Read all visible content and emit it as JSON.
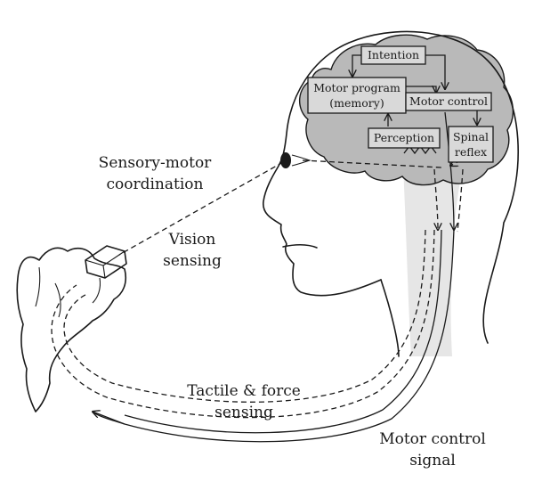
{
  "diagram": {
    "brain_boxes": {
      "intention": "Intention",
      "motor_program_line1": "Motor program",
      "motor_program_line2": "(memory)",
      "motor_control": "Motor control",
      "perception": "Perception",
      "spinal_line1": "Spinal",
      "spinal_line2": "reflex"
    },
    "labels": {
      "sensory_motor_line1": "Sensory-motor",
      "sensory_motor_line2": "coordination",
      "vision_line1": "Vision",
      "vision_line2": "sensing",
      "tactile_line1": "Tactile & force",
      "tactile_line2": "sensing",
      "motor_signal_line1": "Motor control",
      "motor_signal_line2": "signal"
    },
    "colors": {
      "brain_fill": "#b9b9b9",
      "spine_fill": "#e6e6e6",
      "box_fill": "#d9d9d9",
      "line": "#1a1a1a"
    }
  }
}
